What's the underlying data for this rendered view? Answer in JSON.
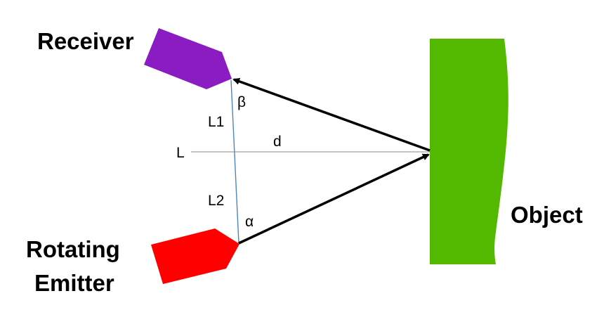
{
  "labels": {
    "receiver": "Receiver",
    "emitter_line1": "Rotating",
    "emitter_line2": "Emitter",
    "object": "Object",
    "l1": "L1",
    "l2": "L2",
    "l": "L",
    "d": "d",
    "alpha": "α",
    "beta": "β"
  },
  "colors": {
    "receiver": "#8a1cc2",
    "emitter": "#ff0000",
    "object": "#52b800",
    "baseline": "#4a86c8",
    "axis": "#a0a0a0",
    "arrow": "#000000"
  }
}
